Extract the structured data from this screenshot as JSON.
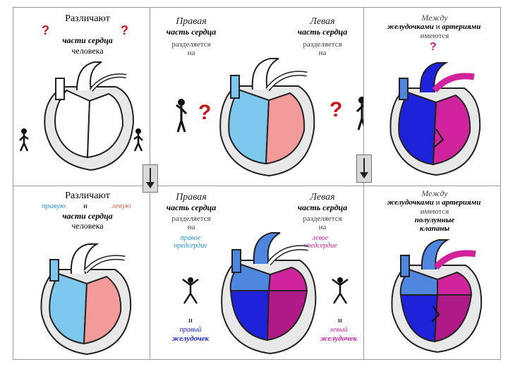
{
  "panels": {
    "p1": {
      "title": "Различают",
      "q1": "?",
      "q2": "?",
      "line2": "части сердца",
      "line3": "человека"
    },
    "p2": {
      "right_title": "Правая",
      "right_sub": "часть сердца",
      "right_l3": "разделяется",
      "right_l4": "на",
      "left_title": "Левая",
      "left_sub": "часть сердца",
      "left_l3": "разделяется",
      "left_l4": "на",
      "q": "?"
    },
    "p3": {
      "l1": "Между",
      "l2a": "желудочками",
      "l2b": "и",
      "l2c": "артериями",
      "l3": "имеются",
      "q": "?"
    },
    "p4": {
      "title": "Различают",
      "right": "правую",
      "and": "и",
      "left": "левую",
      "line2": "части сердца",
      "line3": "человека"
    },
    "p5": {
      "right_title": "Правая",
      "right_sub": "часть сердца",
      "right_l3": "разделяется",
      "right_l4": "на",
      "right_atrium": "правое\nпредсердие",
      "and1": "и",
      "right_ventricle1": "правый",
      "right_ventricle2": "желудочек",
      "left_title": "Левая",
      "left_sub": "часть сердца",
      "left_l3": "разделяется",
      "left_l4": "на",
      "left_atrium": "левое\nпредсердие",
      "and2": "и",
      "left_ventricle1": "левый",
      "left_ventricle2": "желудочек"
    },
    "p6": {
      "l1": "Между",
      "l2a": "желудочками",
      "l2b": "и",
      "l2c": "артериями",
      "l3": "имеются",
      "l4": "полулунные",
      "l5": "клапаны"
    }
  },
  "colors": {
    "light_blue": "#7ec8ee",
    "pink": "#f39a9a",
    "blue": "#1e22d8",
    "magenta": "#d0249c",
    "red_q": "#c01818",
    "mid_blue": "#4f86e0"
  },
  "icons": [
    "heart-diagram",
    "stick-figure",
    "down-arrow"
  ]
}
